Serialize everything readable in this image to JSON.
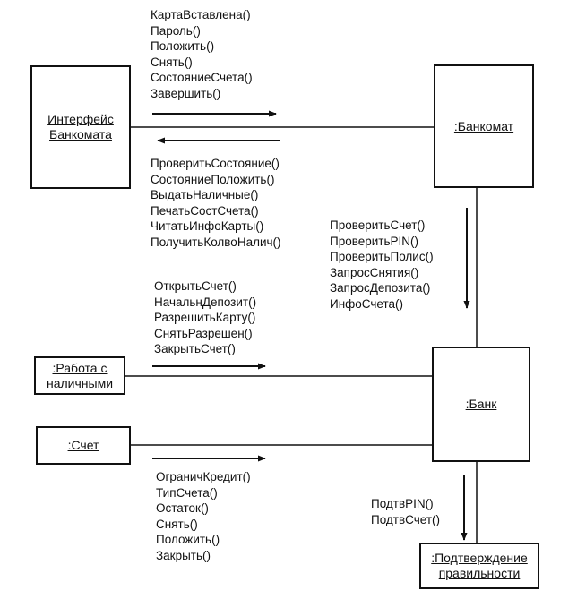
{
  "objects": {
    "atm_interface": "Интерфейс\nБанкомата",
    "atm": ":Банкомат",
    "cash": ":Работа с\nналичными",
    "account": ":Счет",
    "bank": ":Банк",
    "confirm": ":Подтверждение\nправильности"
  },
  "messages": {
    "to_atm": [
      "КартаВставлена()",
      "Пароль()",
      "Положить()",
      "Снять()",
      "СостояниеСчета()",
      "Завершить()"
    ],
    "to_interface": [
      "ПроверитьСостояние()",
      "СостояниеПоложить()",
      "ВыдатьНаличные()",
      "ПечатьСостСчета()",
      "ЧитатьИнфоКарты()",
      "ПолучитьКолвоНалич()"
    ],
    "atm_to_bank": [
      "ПроверитьСчет()",
      "ПроверитьPIN()",
      "ПроверитьПолис()",
      "ЗапросСнятия()",
      "ЗапросДепозита()",
      "ИнфоСчета()"
    ],
    "cash_to_bank": [
      "ОткрытьСчет()",
      "НачальнДепозит()",
      "РазрешитьКарту()",
      "СнятьРазрешен()",
      "ЗакрытьСчет()"
    ],
    "account_to_bank": [
      "ОграничКредит()",
      "ТипСчета()",
      "Остаток()",
      "Снять()",
      "Положить()",
      "Закрыть()"
    ],
    "bank_to_confirm": [
      "ПодтвPIN()",
      "ПодтвСчет()"
    ]
  }
}
